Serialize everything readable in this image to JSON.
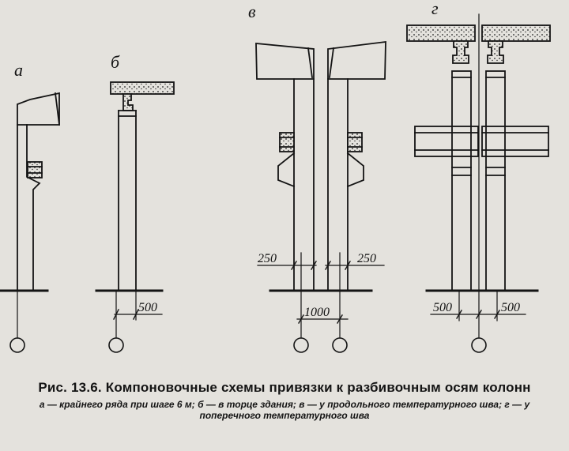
{
  "labels": {
    "a": "а",
    "b": "б",
    "v": "в",
    "g": "г"
  },
  "dimensions": {
    "b_offset": "500",
    "v_left": "250",
    "v_right": "250",
    "v_gap": "1000",
    "g_left": "500",
    "g_right": "500"
  },
  "caption": {
    "title": "Рис. 13.6. Компоновочные схемы привязки к разбивочным осям колонн",
    "legend": "а — крайнего ряда при шаге 6 м; б — в торце здания; в — у продольного температурного шва; г — у поперечного температурного шва"
  }
}
